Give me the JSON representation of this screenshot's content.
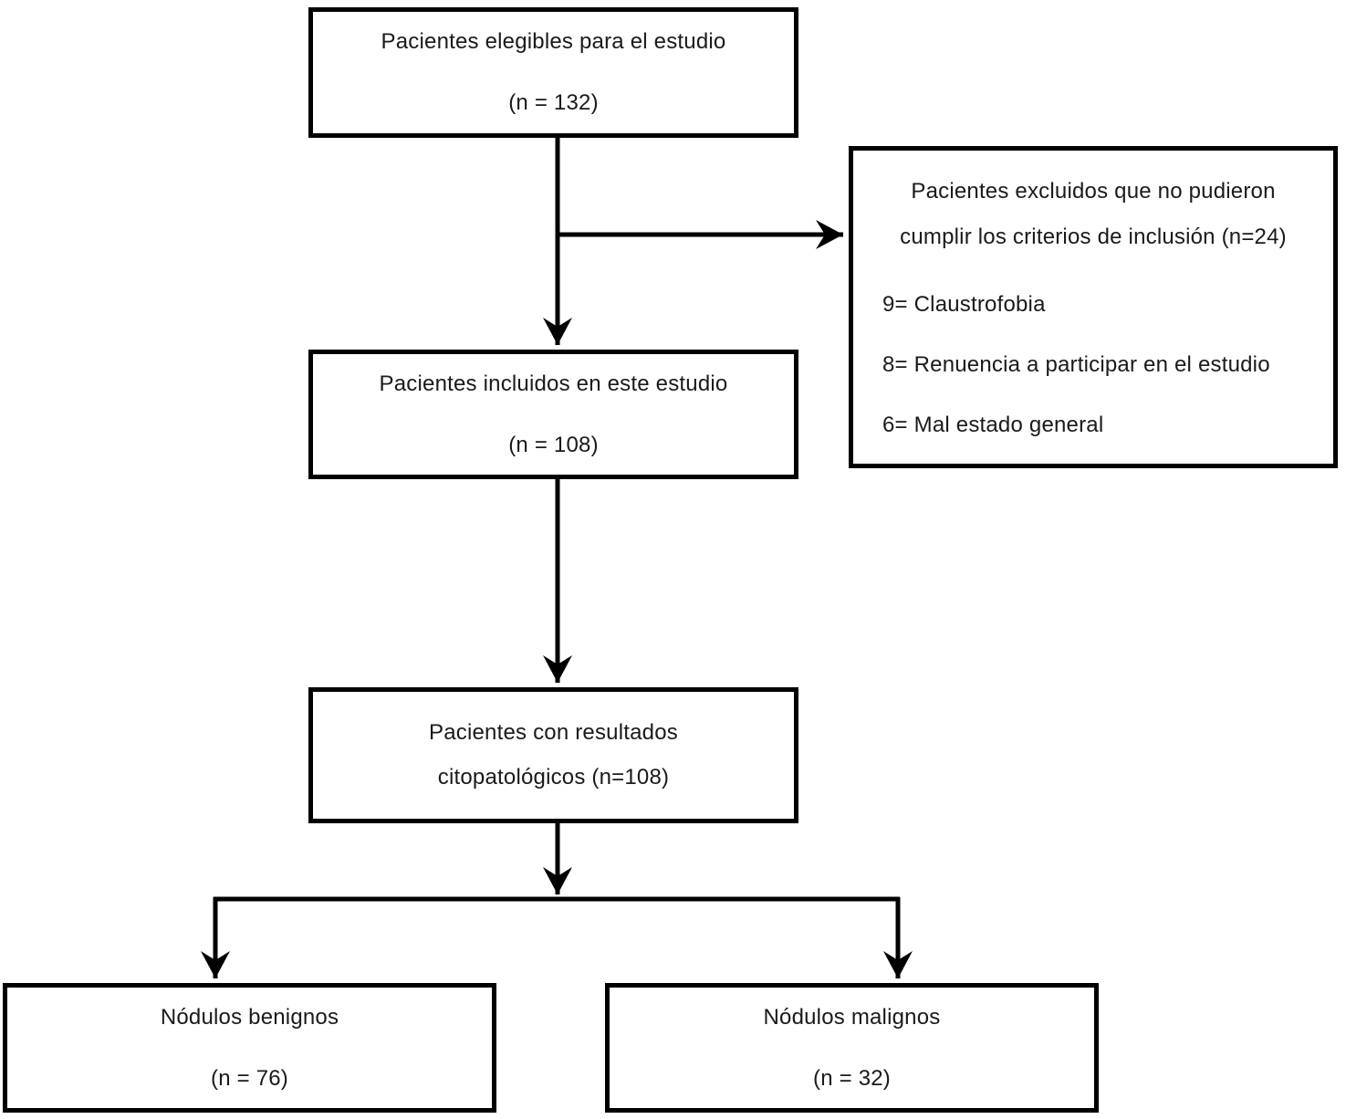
{
  "diagram": {
    "background_color": "#ffffff",
    "line_color": "#000000",
    "boxes": {
      "eligible": {
        "title": "Pacientes elegibles para el estudio",
        "count": "(n = 132)"
      },
      "excluded": {
        "line1": "Pacientes excluidos que no pudieron",
        "line2": "cumplir los criterios de inclusión (n=24)",
        "items": [
          "9= Claustrofobia",
          "8= Renuencia a participar en el estudio",
          "6= Mal estado general"
        ]
      },
      "included": {
        "title": "Pacientes incluidos en este estudio",
        "count": "(n = 108)"
      },
      "cytopathology": {
        "line1": "Pacientes con resultados",
        "line2": "citopatológicos (n=108)"
      },
      "benign": {
        "title": "Nódulos benignos",
        "count": "(n = 76)"
      },
      "malignant": {
        "title": "Nódulos malignos",
        "count": "(n = 32)"
      }
    }
  }
}
